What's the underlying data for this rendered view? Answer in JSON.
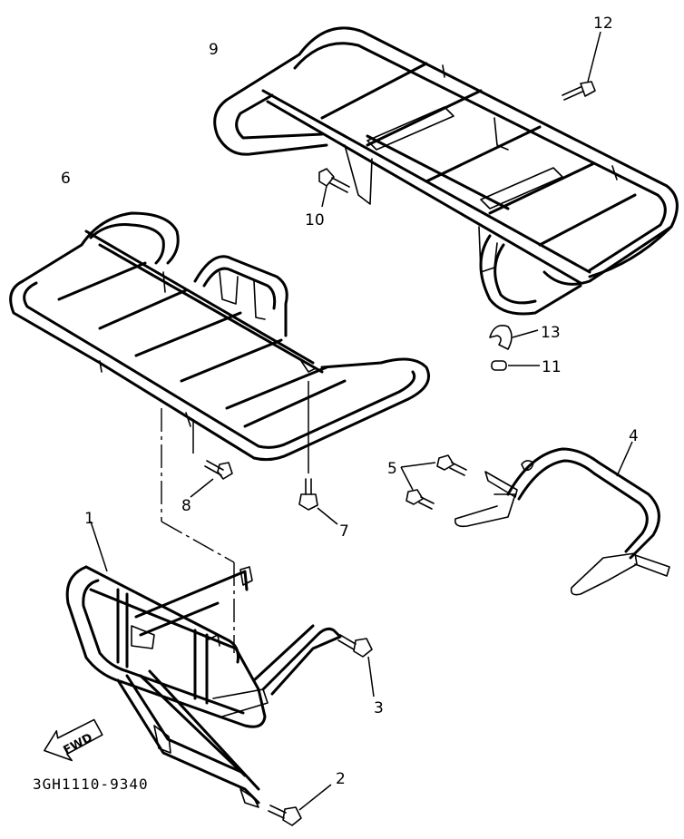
{
  "callouts": {
    "c1": "1",
    "c2": "2",
    "c3": "3",
    "c4": "4",
    "c5": "5",
    "c6": "6",
    "c7": "7",
    "c8": "8",
    "c9": "9",
    "c10": "10",
    "c11": "11",
    "c12": "12",
    "c13": "13"
  },
  "fwd_label": "FWD",
  "drawing_code": "3GH1110-9340"
}
